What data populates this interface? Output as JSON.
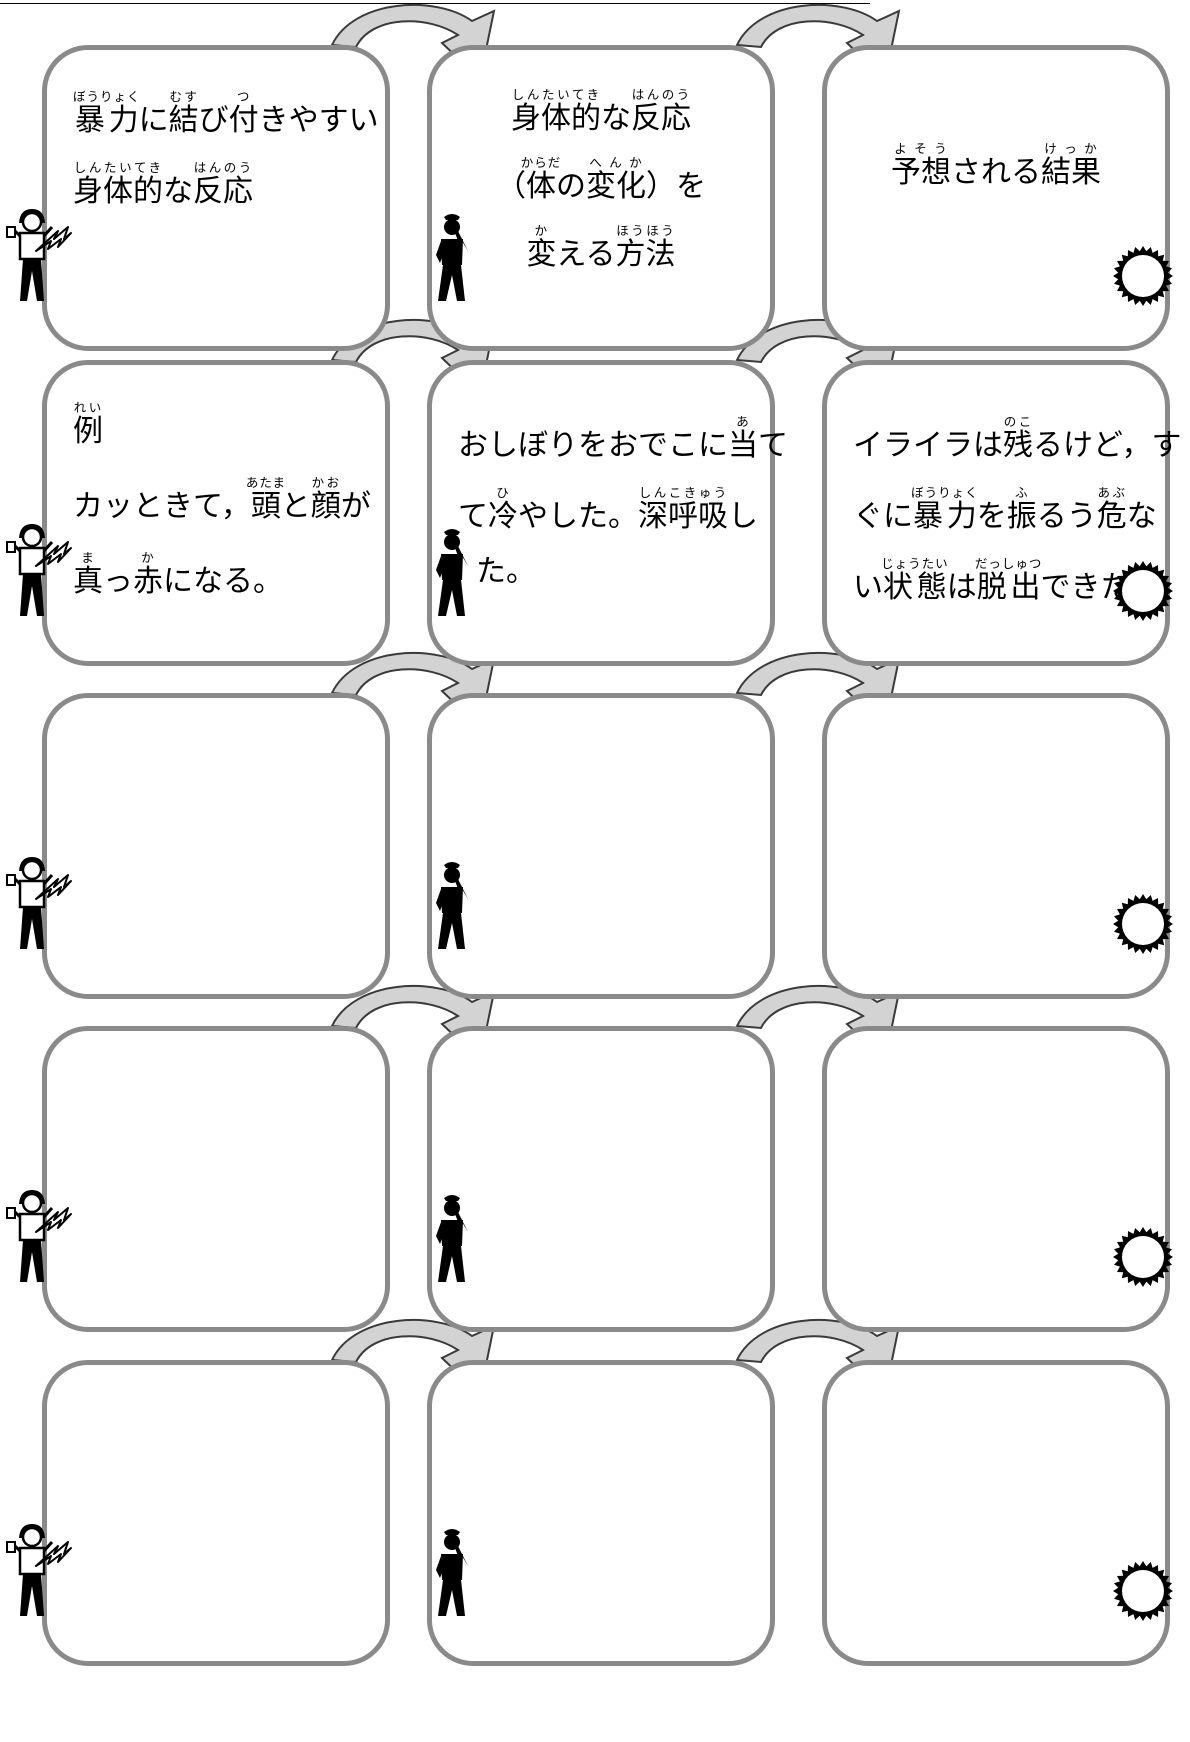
{
  "headers": [
    {
      "id": "violent-reactions",
      "lines": [
        [
          {
            "t": "暴力",
            "r": "ぼうりょく"
          },
          {
            "t": "に"
          },
          {
            "t": "結",
            "r": "むす"
          },
          {
            "t": "び"
          },
          {
            "t": "付",
            "r": "つ"
          },
          {
            "t": "きやすい"
          }
        ],
        [
          {
            "t": "身体的",
            "r": "しんたいてき"
          },
          {
            "t": "な"
          },
          {
            "t": "反応",
            "r": "はんのう"
          }
        ]
      ]
    },
    {
      "id": "coping-methods",
      "lines": [
        [
          {
            "t": "身体的",
            "r": "しんたいてき"
          },
          {
            "t": "な"
          },
          {
            "t": "反応",
            "r": "はんのう"
          }
        ],
        [
          {
            "t": "（"
          },
          {
            "t": "体",
            "r": "からだ"
          },
          {
            "t": "の"
          },
          {
            "t": "変化",
            "r": "へんか"
          },
          {
            "t": "）を"
          }
        ],
        [
          {
            "t": "変",
            "r": "か"
          },
          {
            "t": "える"
          },
          {
            "t": "方法",
            "r": "ほうほう"
          }
        ]
      ]
    },
    {
      "id": "expected-result",
      "lines": [
        [
          {
            "t": "予想",
            "r": "よそう"
          },
          {
            "t": "される"
          },
          {
            "t": "結果",
            "r": "けっか"
          }
        ]
      ]
    }
  ],
  "example": [
    {
      "id": "example-reaction",
      "lines": [
        [
          {
            "t": "例",
            "r": "れい"
          }
        ],
        [
          {
            "t": "カッときて，"
          },
          {
            "t": "頭",
            "r": "あたま"
          },
          {
            "t": "と"
          },
          {
            "t": "顔",
            "r": "かお"
          },
          {
            "t": "が"
          }
        ],
        [
          {
            "t": "真",
            "r": "ま"
          },
          {
            "t": "っ"
          },
          {
            "t": "赤",
            "r": "か"
          },
          {
            "t": "になる。"
          }
        ]
      ]
    },
    {
      "id": "example-method",
      "lines": [
        [
          {
            "t": "おしぼりをおでこに"
          },
          {
            "t": "当",
            "r": "あ"
          },
          {
            "t": "て"
          }
        ],
        [
          {
            "t": "て"
          },
          {
            "t": "冷",
            "r": "ひ"
          },
          {
            "t": "やした。"
          },
          {
            "t": "深呼吸",
            "r": "しんこきゅう"
          },
          {
            "t": "し"
          }
        ],
        [
          {
            "t": "た。"
          }
        ]
      ]
    },
    {
      "id": "example-result",
      "lines": [
        [
          {
            "t": "イライラは"
          },
          {
            "t": "残",
            "r": "のこ"
          },
          {
            "t": "るけど，す"
          }
        ],
        [
          {
            "t": "ぐに"
          },
          {
            "t": "暴力",
            "r": "ぼうりょく"
          },
          {
            "t": "を"
          },
          {
            "t": "振",
            "r": "ふ"
          },
          {
            "t": "るう"
          },
          {
            "t": "危",
            "r": "あぶ"
          },
          {
            "t": "な"
          }
        ],
        [
          {
            "t": "い"
          },
          {
            "t": "状態",
            "r": "じょうたい"
          },
          {
            "t": "は"
          },
          {
            "t": "脱出",
            "r": "だっしゅつ"
          },
          {
            "t": "できた。"
          }
        ]
      ]
    }
  ],
  "blank_rows": 3,
  "colors": {
    "box_border": "#8a8a8a",
    "arrow_fill": "#d3d3d3",
    "arrow_stroke": "#3a3a3a",
    "figure": "#000000"
  },
  "icons": [
    "angry-person-icon",
    "thinking-person-icon",
    "sun-icon",
    "curved-arrow-icon"
  ]
}
